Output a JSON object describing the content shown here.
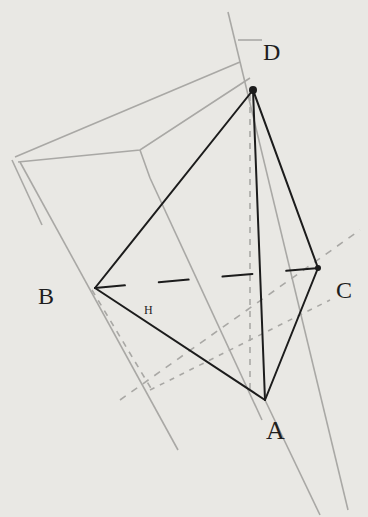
{
  "diagram": {
    "labels": [
      "D",
      "B",
      "C",
      "A",
      "H"
    ]
  }
}
